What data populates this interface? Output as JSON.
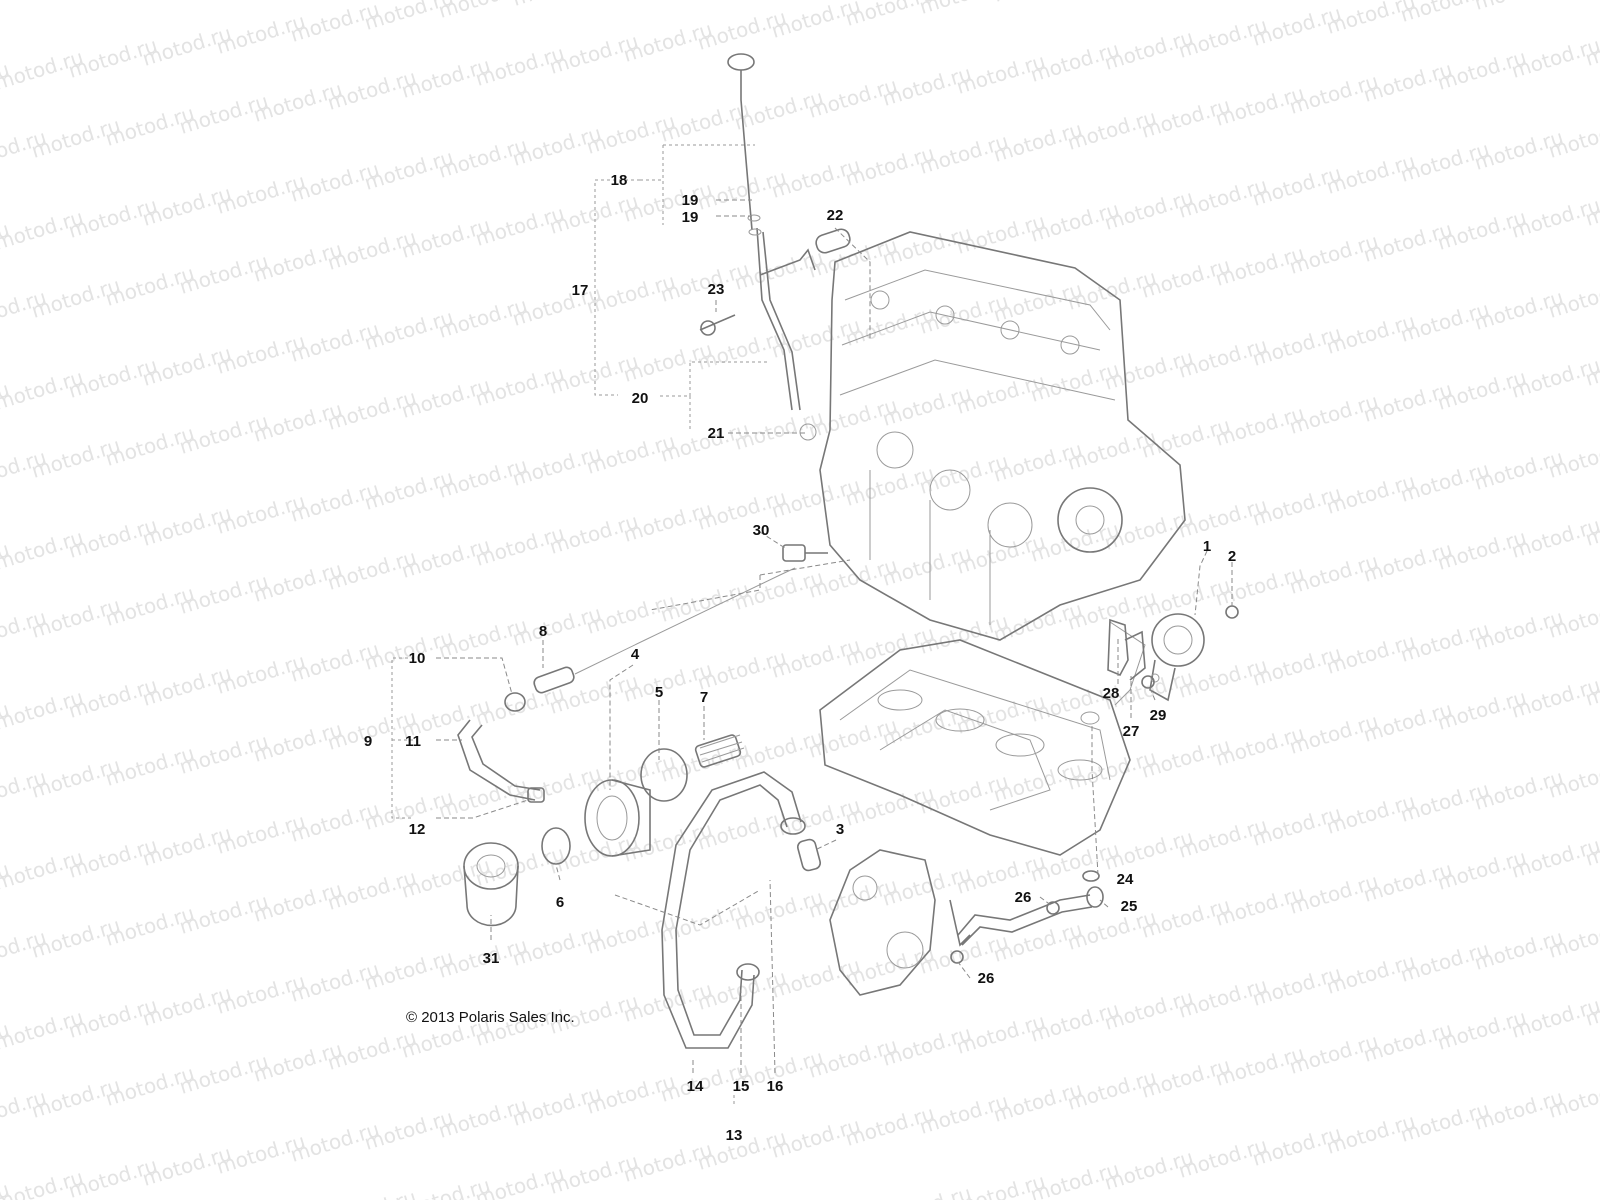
{
  "watermark": "motod.ru",
  "copyright": "© 2013 Polaris Sales Inc.",
  "callouts": [
    "1",
    "2",
    "3",
    "4",
    "5",
    "6",
    "7",
    "8",
    "9",
    "10",
    "11",
    "12",
    "13",
    "14",
    "15",
    "16",
    "17",
    "18",
    "19",
    "19",
    "20",
    "21",
    "22",
    "23",
    "24",
    "25",
    "26",
    "26",
    "27",
    "28",
    "29",
    "30",
    "31"
  ],
  "colors": {
    "line": "#777777",
    "text": "#111111",
    "watermark": "#e3e3e3"
  }
}
